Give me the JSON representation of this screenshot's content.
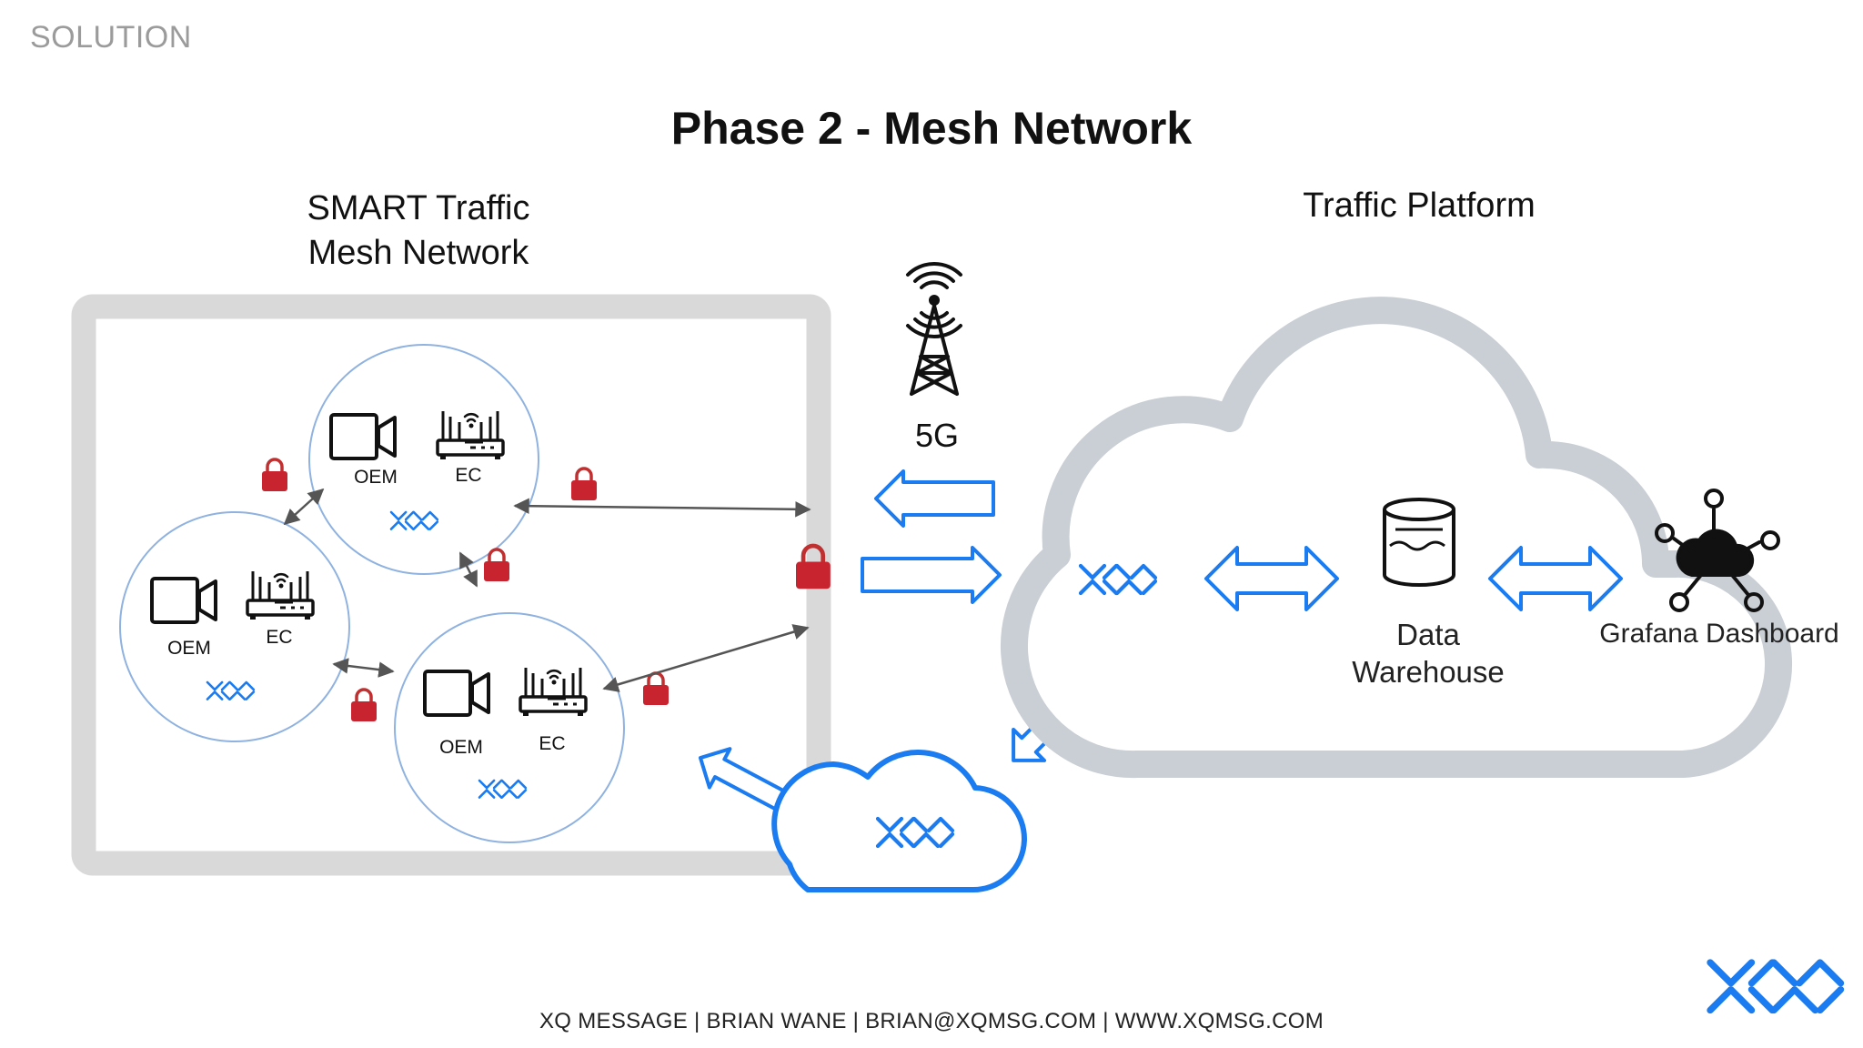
{
  "header": {
    "section_label": "SOLUTION",
    "title": "Phase 2 - Mesh Network"
  },
  "left_panel": {
    "heading_line1": "SMART Traffic",
    "heading_line2": "Mesh Network",
    "nodes": [
      {
        "camera_label": "OEM",
        "edge_label": "EC"
      },
      {
        "camera_label": "OEM",
        "edge_label": "EC"
      },
      {
        "camera_label": "OEM",
        "edge_label": "EC"
      }
    ]
  },
  "link": {
    "label_5g": "5G"
  },
  "right_panel": {
    "heading": "Traffic Platform",
    "warehouse_line1": "Data",
    "warehouse_line2": "Warehouse",
    "dashboard_label": "Grafana Dashboard"
  },
  "footer": {
    "text": "XQ MESSAGE | BRIAN WANE | BRIAN@XQMSG.COM | WWW.XQMSG.COM"
  },
  "colors": {
    "accent_blue": "#1a7cf0",
    "lock_red": "#c8242f",
    "panel_gray": "#d9d9d9",
    "cloud_gray": "#c9cfd5",
    "circle_blue": "#8fb2e0"
  },
  "icons": [
    "tower-icon",
    "camera-icon",
    "router-icon",
    "lock-icon",
    "xq-logo-icon",
    "database-icon",
    "cloud-network-icon",
    "cloud-icon"
  ]
}
